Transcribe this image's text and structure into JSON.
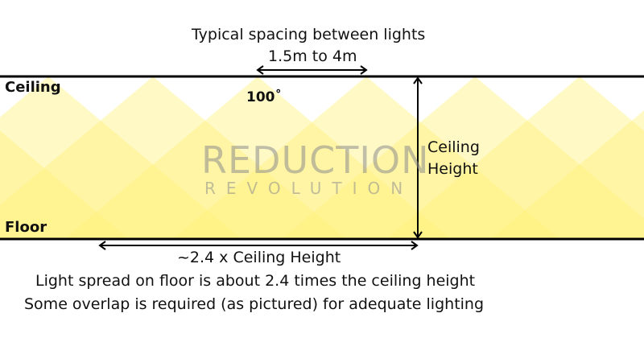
{
  "title_line1": "Typical spacing between lights",
  "title_line2": "1.5m to 4m",
  "ceiling_label": "Ceiling",
  "floor_label": "Floor",
  "angle_label": "100˚",
  "height_label_line1": "Ceiling",
  "height_label_line2": "Height",
  "spread_label": "~2.4 x Ceiling Height",
  "caption_line1": "Light spread on floor is about 2.4 times the ceiling height",
  "caption_line2": "Some overlap is required (as pictured) for adequate lighting",
  "watermark_line1": "REDUCTION",
  "watermark_line2": "REVOLUTION",
  "colors": {
    "light": "#fff176",
    "line": "#000000"
  }
}
